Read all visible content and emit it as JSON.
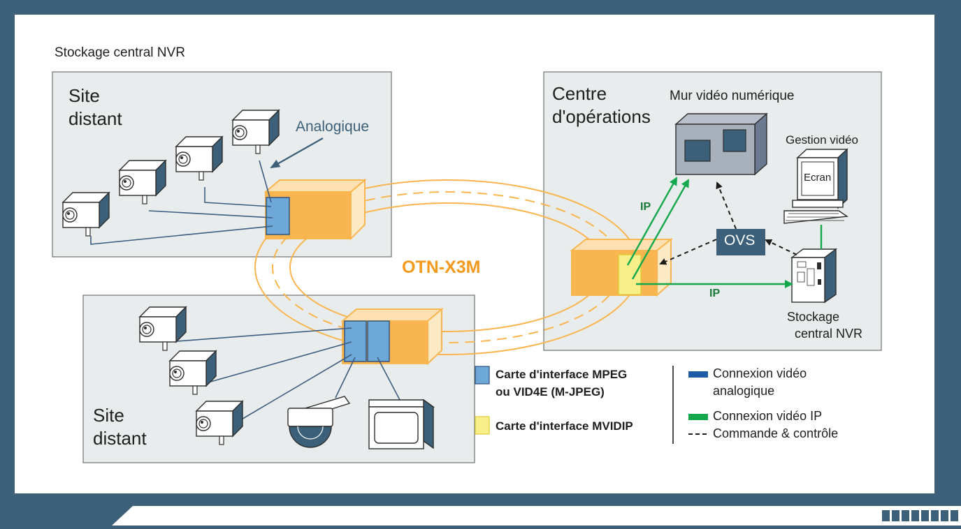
{
  "caption": "Stockage central NVR",
  "network": {
    "label": "OTN-X3M"
  },
  "remote_site_top": {
    "title_l1": "Site",
    "title_l2": "distant",
    "analog_label": "Analogique"
  },
  "remote_site_bottom": {
    "title_l1": "Site",
    "title_l2": "distant"
  },
  "ops_center": {
    "title_l1": "Centre",
    "title_l2": "d'opérations",
    "video_wall": "Mur vidéo numérique",
    "video_mgmt": "Gestion vidéo",
    "screen": "Ecran",
    "ovs": "OVS",
    "ip_label_1": "IP",
    "ip_label_2": "IP",
    "nvr_l1": "Stockage",
    "nvr_l2": "central NVR"
  },
  "legend": {
    "mpeg_l1": "Carte d'interface MPEG",
    "mpeg_l2": "ou VID4E (M-JPEG)",
    "mvidip": "Carte d'interface MVIDIP",
    "analog_l1": "Connexion vidéo",
    "analog_l2": "analogique",
    "ip": "Connexion vidéo IP",
    "control": "Commande & contrôle"
  },
  "colors": {
    "frame": "#3c6079",
    "panel": "#e8ecec",
    "orange": "#f9b54f",
    "blue_card": "#6ea8d8",
    "yellow_card": "#f8ee8a",
    "green": "#14a84c",
    "analog_line": "#1f5aa6",
    "ovs": "#3c6079",
    "otn_text": "#f39a1e"
  }
}
